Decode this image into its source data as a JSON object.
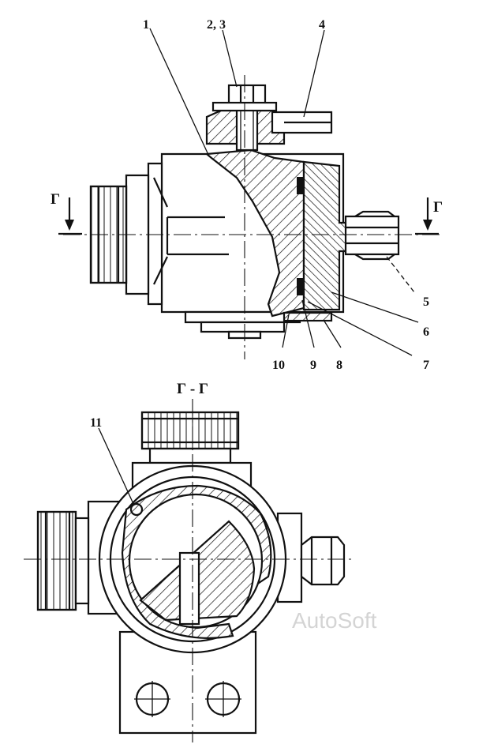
{
  "callouts": {
    "c1": "1",
    "c23": "2, 3",
    "c4": "4",
    "c5": "5",
    "c6": "6",
    "c7": "7",
    "c8": "8",
    "c9": "9",
    "c10": "10",
    "c11": "11"
  },
  "section": {
    "mark_left": "Г",
    "mark_right": "Г",
    "title": "Г - Г"
  },
  "watermark": "AutoSoft"
}
